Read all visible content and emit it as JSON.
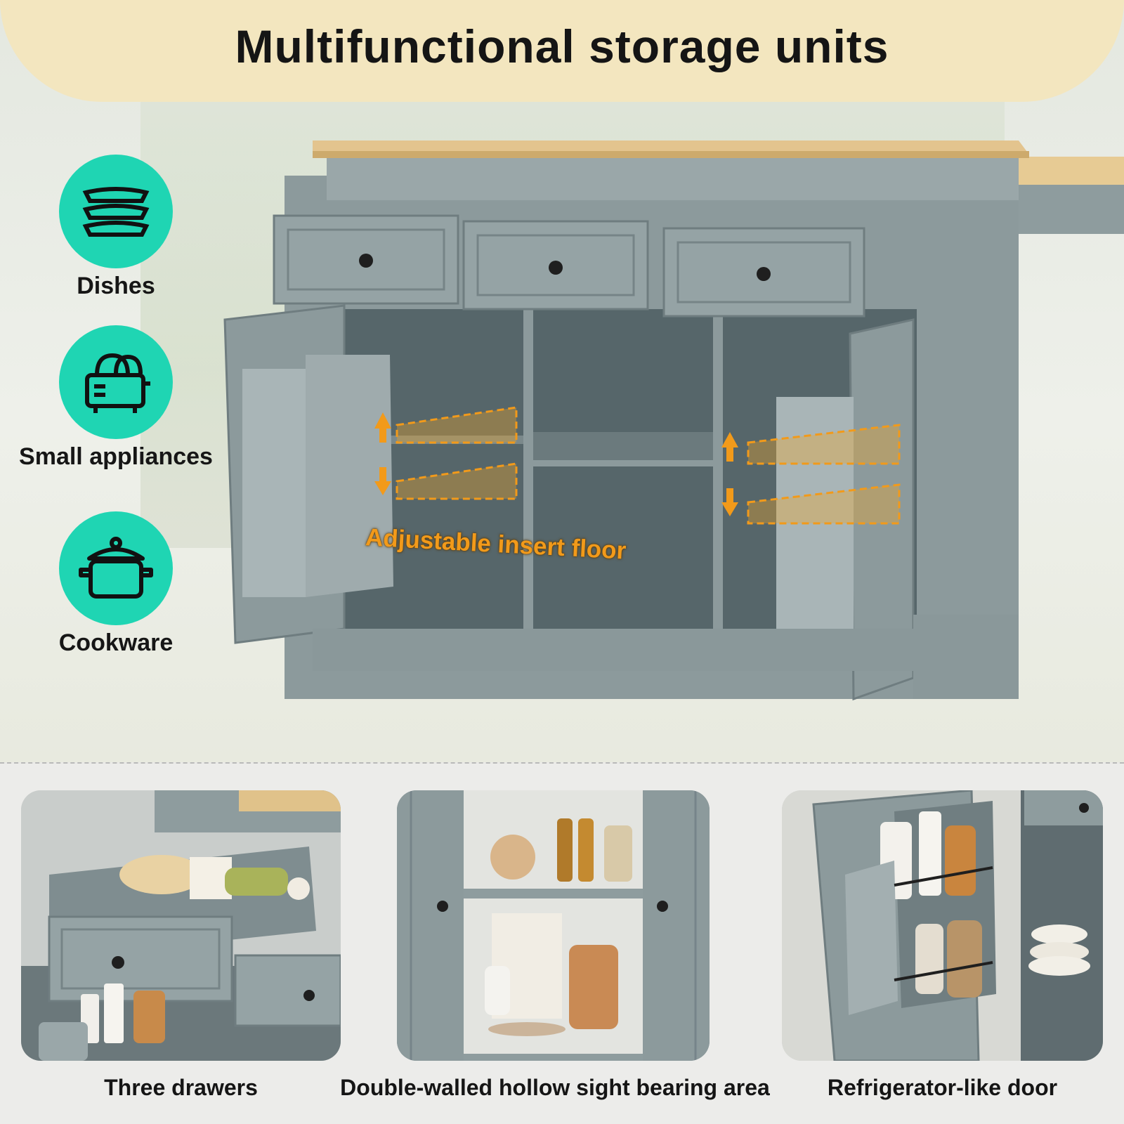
{
  "banner": {
    "title": "Multifunctional storage units"
  },
  "features": [
    {
      "icon": "dishes-icon",
      "label": "Dishes"
    },
    {
      "icon": "toaster-icon",
      "label": "Small appliances"
    },
    {
      "icon": "pot-icon",
      "label": "Cookware"
    }
  ],
  "callout": {
    "text": "Adjustable insert floor"
  },
  "panels": [
    {
      "caption": "Three drawers"
    },
    {
      "caption": "Double-walled hollow sight bearing area"
    },
    {
      "caption": "Refrigerator-like door"
    }
  ],
  "colors": {
    "accent_teal": "#1fd5b3",
    "banner": "#f3e6bf",
    "cabinet_gray": "#8c9a9c",
    "wood_top": "#e3c48e",
    "callout_orange": "#f29a1a"
  }
}
